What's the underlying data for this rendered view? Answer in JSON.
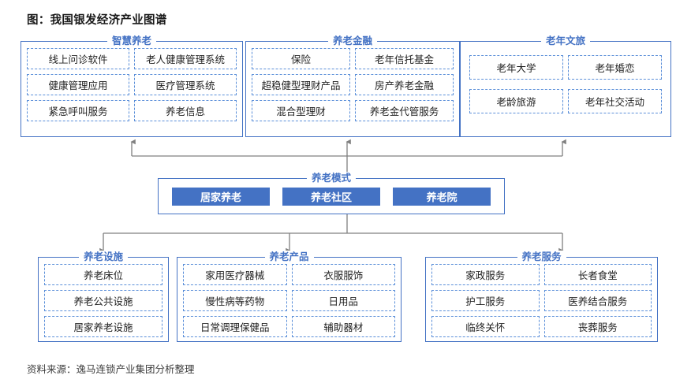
{
  "title": "图：我国银发经济产业图谱",
  "source": "资料来源：逸马连锁产业集团分析整理",
  "colors": {
    "accent": "#4472C4",
    "cell_border": "#5B8FD9",
    "wire": "#808080",
    "title_text": "#1a1a1a",
    "chip_fill": "#4472C4",
    "chip_text": "#ffffff"
  },
  "top_groups": [
    {
      "title": "智慧养老",
      "columns": 2,
      "items": [
        "线上问诊软件",
        "老人健康管理系统",
        "健康管理应用",
        "医疗管理系统",
        "紧急呼叫服务",
        "养老信息"
      ]
    },
    {
      "title": "养老金融",
      "columns": 2,
      "items": [
        "保险",
        "老年信托基金",
        "超稳健型理财产品",
        "房产养老金融",
        "混合型理财",
        "养老金代管服务"
      ]
    },
    {
      "title": "老年文旅",
      "columns": 2,
      "items": [
        "老年大学",
        "老年婚恋",
        "老龄旅游",
        "老年社交活动"
      ]
    }
  ],
  "center": {
    "title": "养老模式",
    "chips": [
      "居家养老",
      "养老社区",
      "养老院"
    ]
  },
  "bottom_groups": [
    {
      "title": "养老设施",
      "columns": 1,
      "items": [
        "养老床位",
        "养老公共设施",
        "居家养老设施"
      ]
    },
    {
      "title": "养老产品",
      "columns": 2,
      "items": [
        "家用医疗器械",
        "衣服服饰",
        "慢性病等药物",
        "日用品",
        "日常调理保健品",
        "辅助器材"
      ]
    },
    {
      "title": "养老服务",
      "columns": 2,
      "items": [
        "家政服务",
        "长者食堂",
        "护工服务",
        "医养结合服务",
        "临终关怀",
        "丧葬服务"
      ]
    }
  ]
}
